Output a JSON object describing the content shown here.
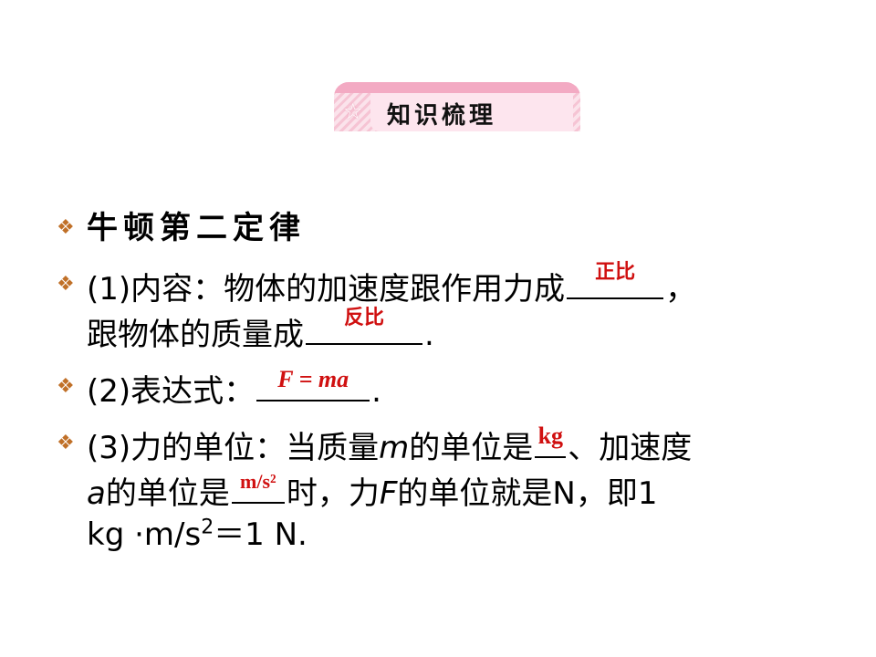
{
  "banner": {
    "title": "知识梳理"
  },
  "heading": "牛顿第二定律",
  "item1": {
    "prefix": "(1)内容：物体的加速度跟作用力成",
    "answer1": "正比",
    "comma": "，",
    "line2_prefix": "跟物体的质量成",
    "answer2": "反比",
    "end": "."
  },
  "item2": {
    "prefix": "(2)表达式：",
    "answer": "F = ma",
    "end": "."
  },
  "item3": {
    "prefix_a": "(3)力的单位：当质量",
    "var_m": "m",
    "prefix_b": "的单位是",
    "answer_kg": "kg",
    "after_kg": "、加速度",
    "var_a": "a",
    "line2_a": "的单位是",
    "answer_ms2": "m/s²",
    "line2_b": "时，力",
    "var_F": "F",
    "line2_c": "的单位就是N，即1",
    "line3_a": "kg ·m/s",
    "line3_sup": "2",
    "line3_b": "＝1 N."
  },
  "colors": {
    "bullet": "#c07028",
    "answer": "#d01010",
    "banner": "#f3aac3"
  },
  "icons": {
    "bullet": "diamond-bullet-icon",
    "banner_star": "star-icon"
  }
}
